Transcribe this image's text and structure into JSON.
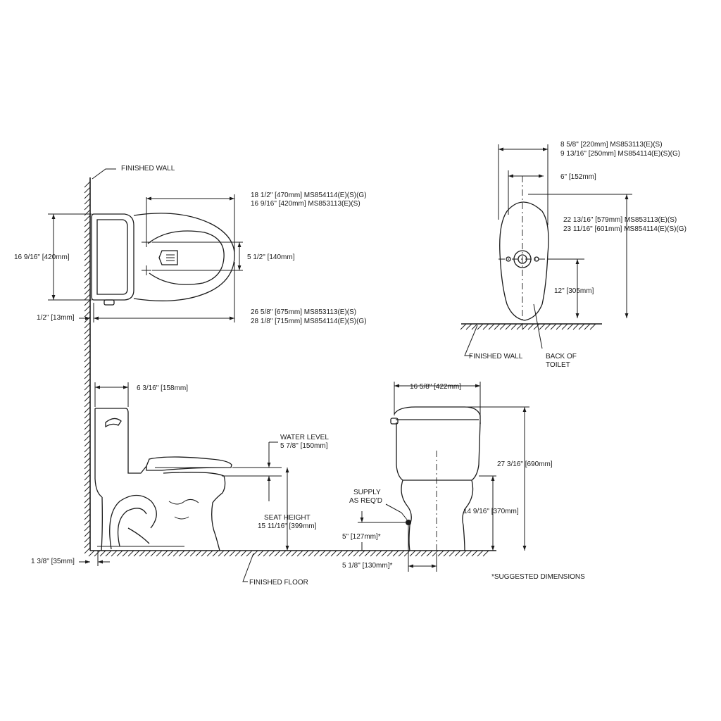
{
  "plan_view": {
    "wall_label": "FINISHED WALL",
    "depth_long_1": "18 1/2\" [470mm] MS854114(E)(S)(G)",
    "depth_long_2": "16 9/16\" [420mm] MS853113(E)(S)",
    "width": "16 9/16\" [420mm]",
    "bolt_spacing": "5 1/2\" [140mm]",
    "wall_gap": "1/2\" [13mm]",
    "total_1": "26 5/8\" [675mm] MS853113(E)(S)",
    "total_2": "28 1/8\" [715mm] MS854114(E)(S)(G)"
  },
  "rough_in_view": {
    "width_1": "8 5/8\" [220mm] MS853113(E)(S)",
    "width_2": "9 13/16\" [250mm] MS854114(E)(S)(G)",
    "half_width": "6\" [152mm]",
    "length_1": "22 13/16\" [579mm] MS853113(E)(S)",
    "length_2": "23 11/16\" [601mm] MS854114(E)(S)(G)",
    "rough_in": "12\" [305mm]",
    "wall_label": "FINISHED WALL",
    "back_label_1": "BACK OF",
    "back_label_2": "TOILET"
  },
  "side_view": {
    "tank_depth": "6 3/16\" [158mm]",
    "water_level_1": "WATER LEVEL",
    "water_level_2": "5 7/8\" [150mm]",
    "seat_height_1": "SEAT HEIGHT",
    "seat_height_2": "15 11/16\" [399mm]",
    "base_offset": "1 3/8\" [35mm]",
    "floor_label": "FINISHED FLOOR"
  },
  "front_view": {
    "tank_width": "16 5/8\" [422mm]",
    "overall_height": "27 3/16\" [690mm]",
    "rim_height": "14 9/16\" [370mm]",
    "supply_1": "SUPPLY",
    "supply_2": "AS REQ'D",
    "supply_height": "5\" [127mm]*",
    "supply_offset": "5 1/8\" [130mm]*",
    "note": "*SUGGESTED DIMENSIONS"
  }
}
